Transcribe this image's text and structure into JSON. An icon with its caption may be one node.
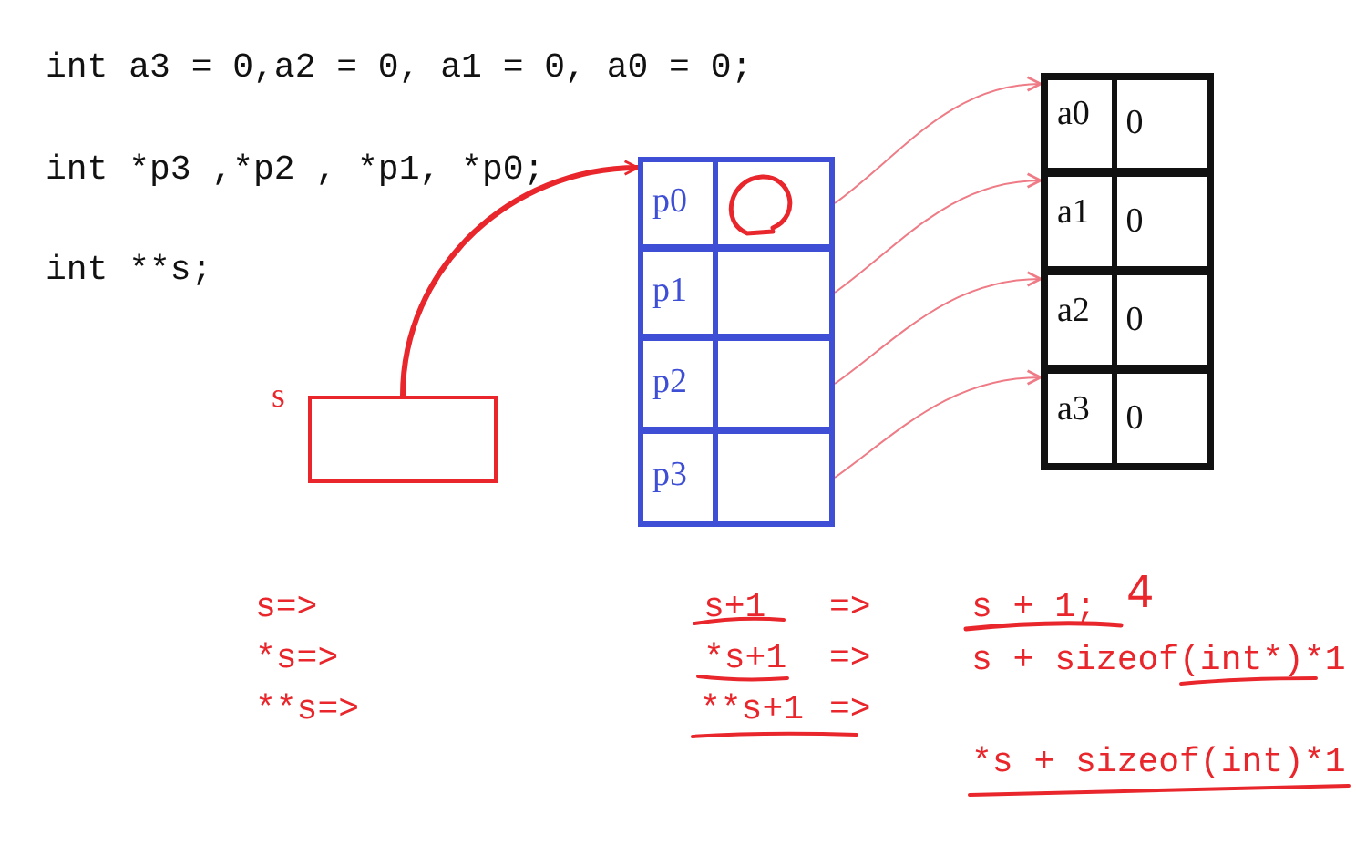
{
  "diagram": {
    "nodes": [
      {
        "text": [
          "p0"
        ]
      },
      {
        "text": [
          "p1"
        ]
      },
      {
        "text": [
          "p2"
        ]
      },
      {
        "text": [
          "p3"
        ]
      },
      {
        "text": [
          "a0",
          "0"
        ]
      },
      {
        "text": [
          "a1",
          "0"
        ]
      },
      {
        "text": [
          "a2",
          "0"
        ]
      },
      {
        "text": [
          "a3",
          "0"
        ]
      },
      {
        "text": [],
        "shape": "box",
        "beside": [
          "s"
        ]
      }
    ],
    "edges": [
      {
        "from": 8,
        "to": 0,
        "arrow": "to",
        "style": "thick",
        "color": "#e8262b"
      },
      {
        "from": 0,
        "to": 4,
        "arrow": "to"
      },
      {
        "from": 1,
        "to": 5,
        "arrow": "to"
      },
      {
        "from": 2,
        "to": 6,
        "arrow": "to"
      },
      {
        "from": 3,
        "to": 7,
        "arrow": "to"
      }
    ],
    "labels": [
      "int a3 = 0,a2 = 0, a1 = 0, a0 = 0;",
      "int *p3 ,*p2 , *p1, *p0;",
      "int **s;",
      "s=>",
      "s+1",
      "=>",
      "s + 1;",
      "4",
      "*s=>",
      "*s+1",
      "=>",
      "s + sizeof(int*)*1",
      "**s=>",
      "**s+1",
      "=>",
      "*s + sizeof(int)*1"
    ]
  }
}
